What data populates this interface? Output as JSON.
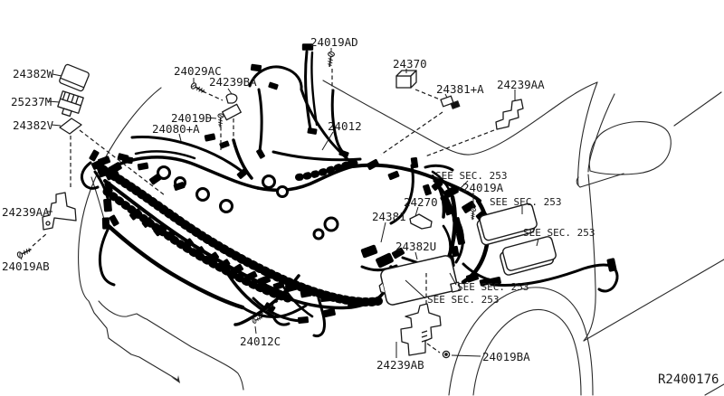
{
  "page": {
    "background": "#ffffff",
    "line_color": "#1a1a1a"
  },
  "diagram": {
    "ref_code": "R2400176",
    "see_section_note": "SEE SEC. 253",
    "part_labels": {
      "p24382w": "24382W",
      "p25237m": "25237M",
      "p24382v": "24382V",
      "p24239aa_left": "24239AA",
      "p24019ab": "24019AB",
      "p24029ac": "24029AC",
      "p24239ba": "24239BA",
      "p24019d": "24019D",
      "p24080a": "24080+A",
      "p24019ad": "24019AD",
      "p24370": "24370",
      "p24381a": "24381+A",
      "p24239aa_right": "24239AA",
      "p24012": "24012",
      "p24019a": "24019A",
      "p24270": "24270",
      "p24381": "24381",
      "p24382u": "24382U",
      "p24012c": "24012C",
      "p24239ab": "24239AB",
      "p24019ba": "24019BA"
    }
  }
}
